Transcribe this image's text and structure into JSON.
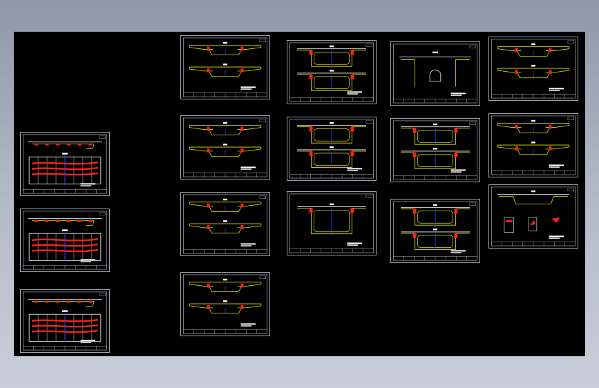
{
  "viewport": {
    "background": "#000000",
    "outer_background": "#a9b1bd",
    "frame_color": "#9aa3ad"
  },
  "colors": {
    "section_line": "#e6e600",
    "section_fill": "#d4d400",
    "rebar_red": "#ff2020",
    "rebar_blue": "#3040ff",
    "frame": "#c8ccd2",
    "text": "#ffffff"
  },
  "sheets": [
    {
      "id": "sheet-1",
      "kind": "elevation"
    },
    {
      "id": "sheet-2",
      "kind": "elevation"
    },
    {
      "id": "sheet-3",
      "kind": "elevation"
    },
    {
      "id": "sheet-4",
      "kind": "double-section"
    },
    {
      "id": "sheet-5",
      "kind": "double-section"
    },
    {
      "id": "sheet-6",
      "kind": "double-section"
    },
    {
      "id": "sheet-7",
      "kind": "double-section"
    },
    {
      "id": "sheet-8",
      "kind": "double-box"
    },
    {
      "id": "sheet-9",
      "kind": "double-box"
    },
    {
      "id": "sheet-10",
      "kind": "single-box"
    },
    {
      "id": "sheet-11",
      "kind": "single-pier"
    },
    {
      "id": "sheet-12",
      "kind": "double-box"
    },
    {
      "id": "sheet-13",
      "kind": "double-box"
    },
    {
      "id": "sheet-14",
      "kind": "double-section"
    },
    {
      "id": "sheet-15",
      "kind": "double-section"
    },
    {
      "id": "sheet-16",
      "kind": "detail"
    }
  ]
}
